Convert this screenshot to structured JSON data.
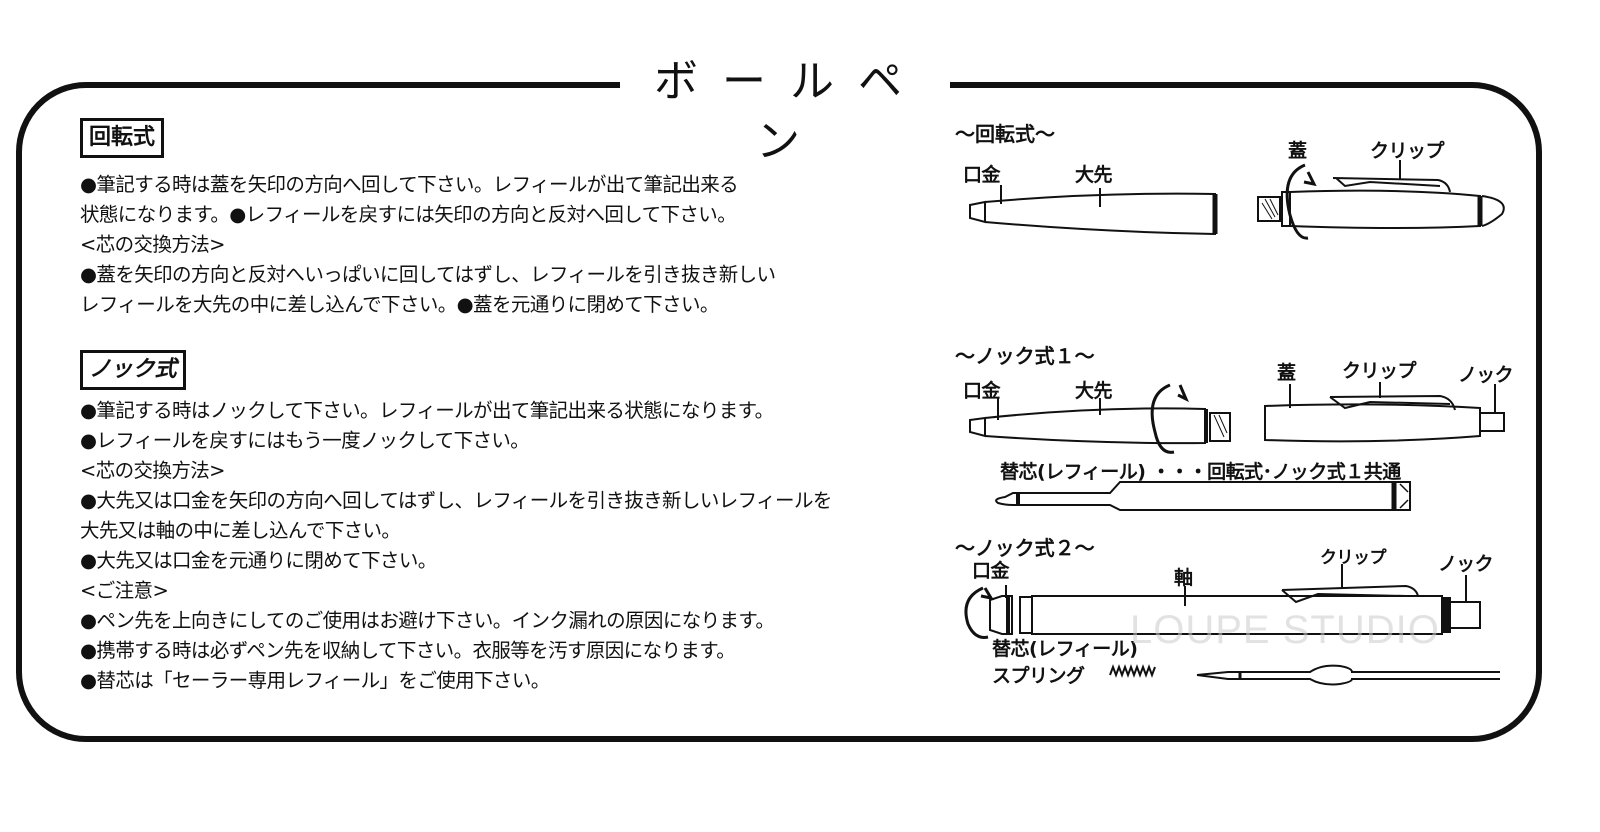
{
  "title": "ボールペン",
  "sections": {
    "rotary": {
      "label": "回転式",
      "lines": [
        "●筆記する時は蓋を矢印の方向へ回して下さい。レフィールが出て筆記出来る",
        "状態になります。●レフィールを戻すには矢印の方向と反対へ回して下さい。",
        "<芯の交換方法>",
        "●蓋を矢印の方向と反対へいっぱいに回してはずし、レフィールを引き抜き新しい",
        "レフィールを大先の中に差し込んで下さい。●蓋を元通りに閉めて下さい。"
      ]
    },
    "knock": {
      "label": "ノック式",
      "lines": [
        "●筆記する時はノックして下さい。レフィールが出て筆記出来る状態になります。",
        "●レフィールを戻すにはもう一度ノックして下さい。",
        "<芯の交換方法>",
        "●大先又は口金を矢印の方向へ回してはずし、レフィールを引き抜き新しいレフィールを",
        "大先又は軸の中に差し込んで下さい。",
        "●大先又は口金を元通りに閉めて下さい。",
        "<ご注意>",
        "●ペン先を上向きにしてのご使用はお避け下さい。インク漏れの原因になります。",
        "●携帯する時は必ずペン先を収納して下さい。衣服等を汚す原因になります。",
        "●替芯は「セーラー専用レフィール」をご使用下さい。"
      ]
    }
  },
  "diagrams": {
    "rotary": {
      "heading": "〜回転式〜",
      "labels": {
        "tip": "口金",
        "front": "大先",
        "cap": "蓋",
        "clip": "クリップ"
      }
    },
    "knock1": {
      "heading": "〜ノック式１〜",
      "labels": {
        "tip": "口金",
        "front": "大先",
        "cap": "蓋",
        "clip": "クリップ",
        "knock": "ノック"
      },
      "refill_caption": "替芯(レフィール) ・・・回転式･ノック式１共通"
    },
    "knock2": {
      "heading": "〜ノック式２〜",
      "labels": {
        "tip": "口金",
        "barrel": "軸",
        "clip": "クリップ",
        "knock": "ノック",
        "refill": "替芯(レフィール)",
        "spring": "スプリング"
      }
    }
  },
  "watermark": "LOUPE STUDIO"
}
